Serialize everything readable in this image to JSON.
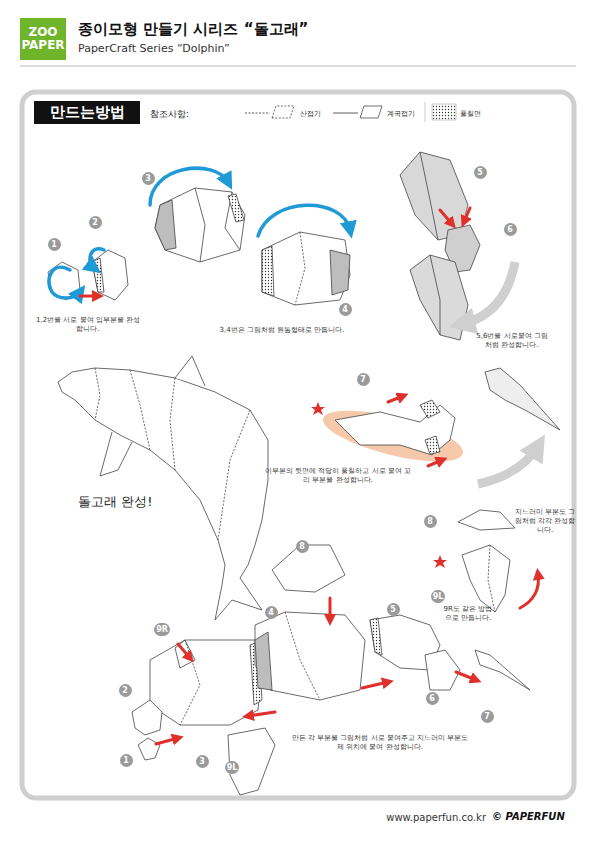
{
  "diagram": {
    "title": "종이모형 만들기 시리즈 “돌고래”",
    "nodes": [
      {
        "text": [
          "ZOO PAPER"
        ]
      },
      {
        "text": [
          "만드는방법"
        ]
      }
    ],
    "labels": [
      "PaperCraft Series “Dolphin”",
      "참조사항:",
      "1",
      "2",
      "3",
      "1,2번을 서로 붙여 입부분을 완성합니다.",
      "3,4번은 그림처럼 원통형태로 만듭니다.",
      "4",
      "5",
      "6",
      "5,6번을 서로붙여 그림처럼 완성합니다.",
      "7",
      "이부분의 뒷면에 적당히 풀칠하고 서로 붙여 꼬리 부분을 완성합니다.",
      "돌고래 완성!",
      "8",
      "지느러미 부분도 그림처럼 각각 완성합니다.",
      "9L",
      "9R도 같은 방법으로 만듭니다.",
      "8",
      "9R",
      "4",
      "5",
      "2",
      "6",
      "7",
      "1",
      "3",
      "9L",
      "만든 각 부분을 그림처럼 서로 붙여주고 지느러미 부분도 제 위치에 붙여 완성합니다.",
      "www.paperfun.co.kr",
      "© PAPERFUN"
    ],
    "legend": [
      {
        "text": "산접기"
      },
      {
        "text": "계곡접기"
      },
      {
        "text": "풀칠면"
      }
    ]
  }
}
